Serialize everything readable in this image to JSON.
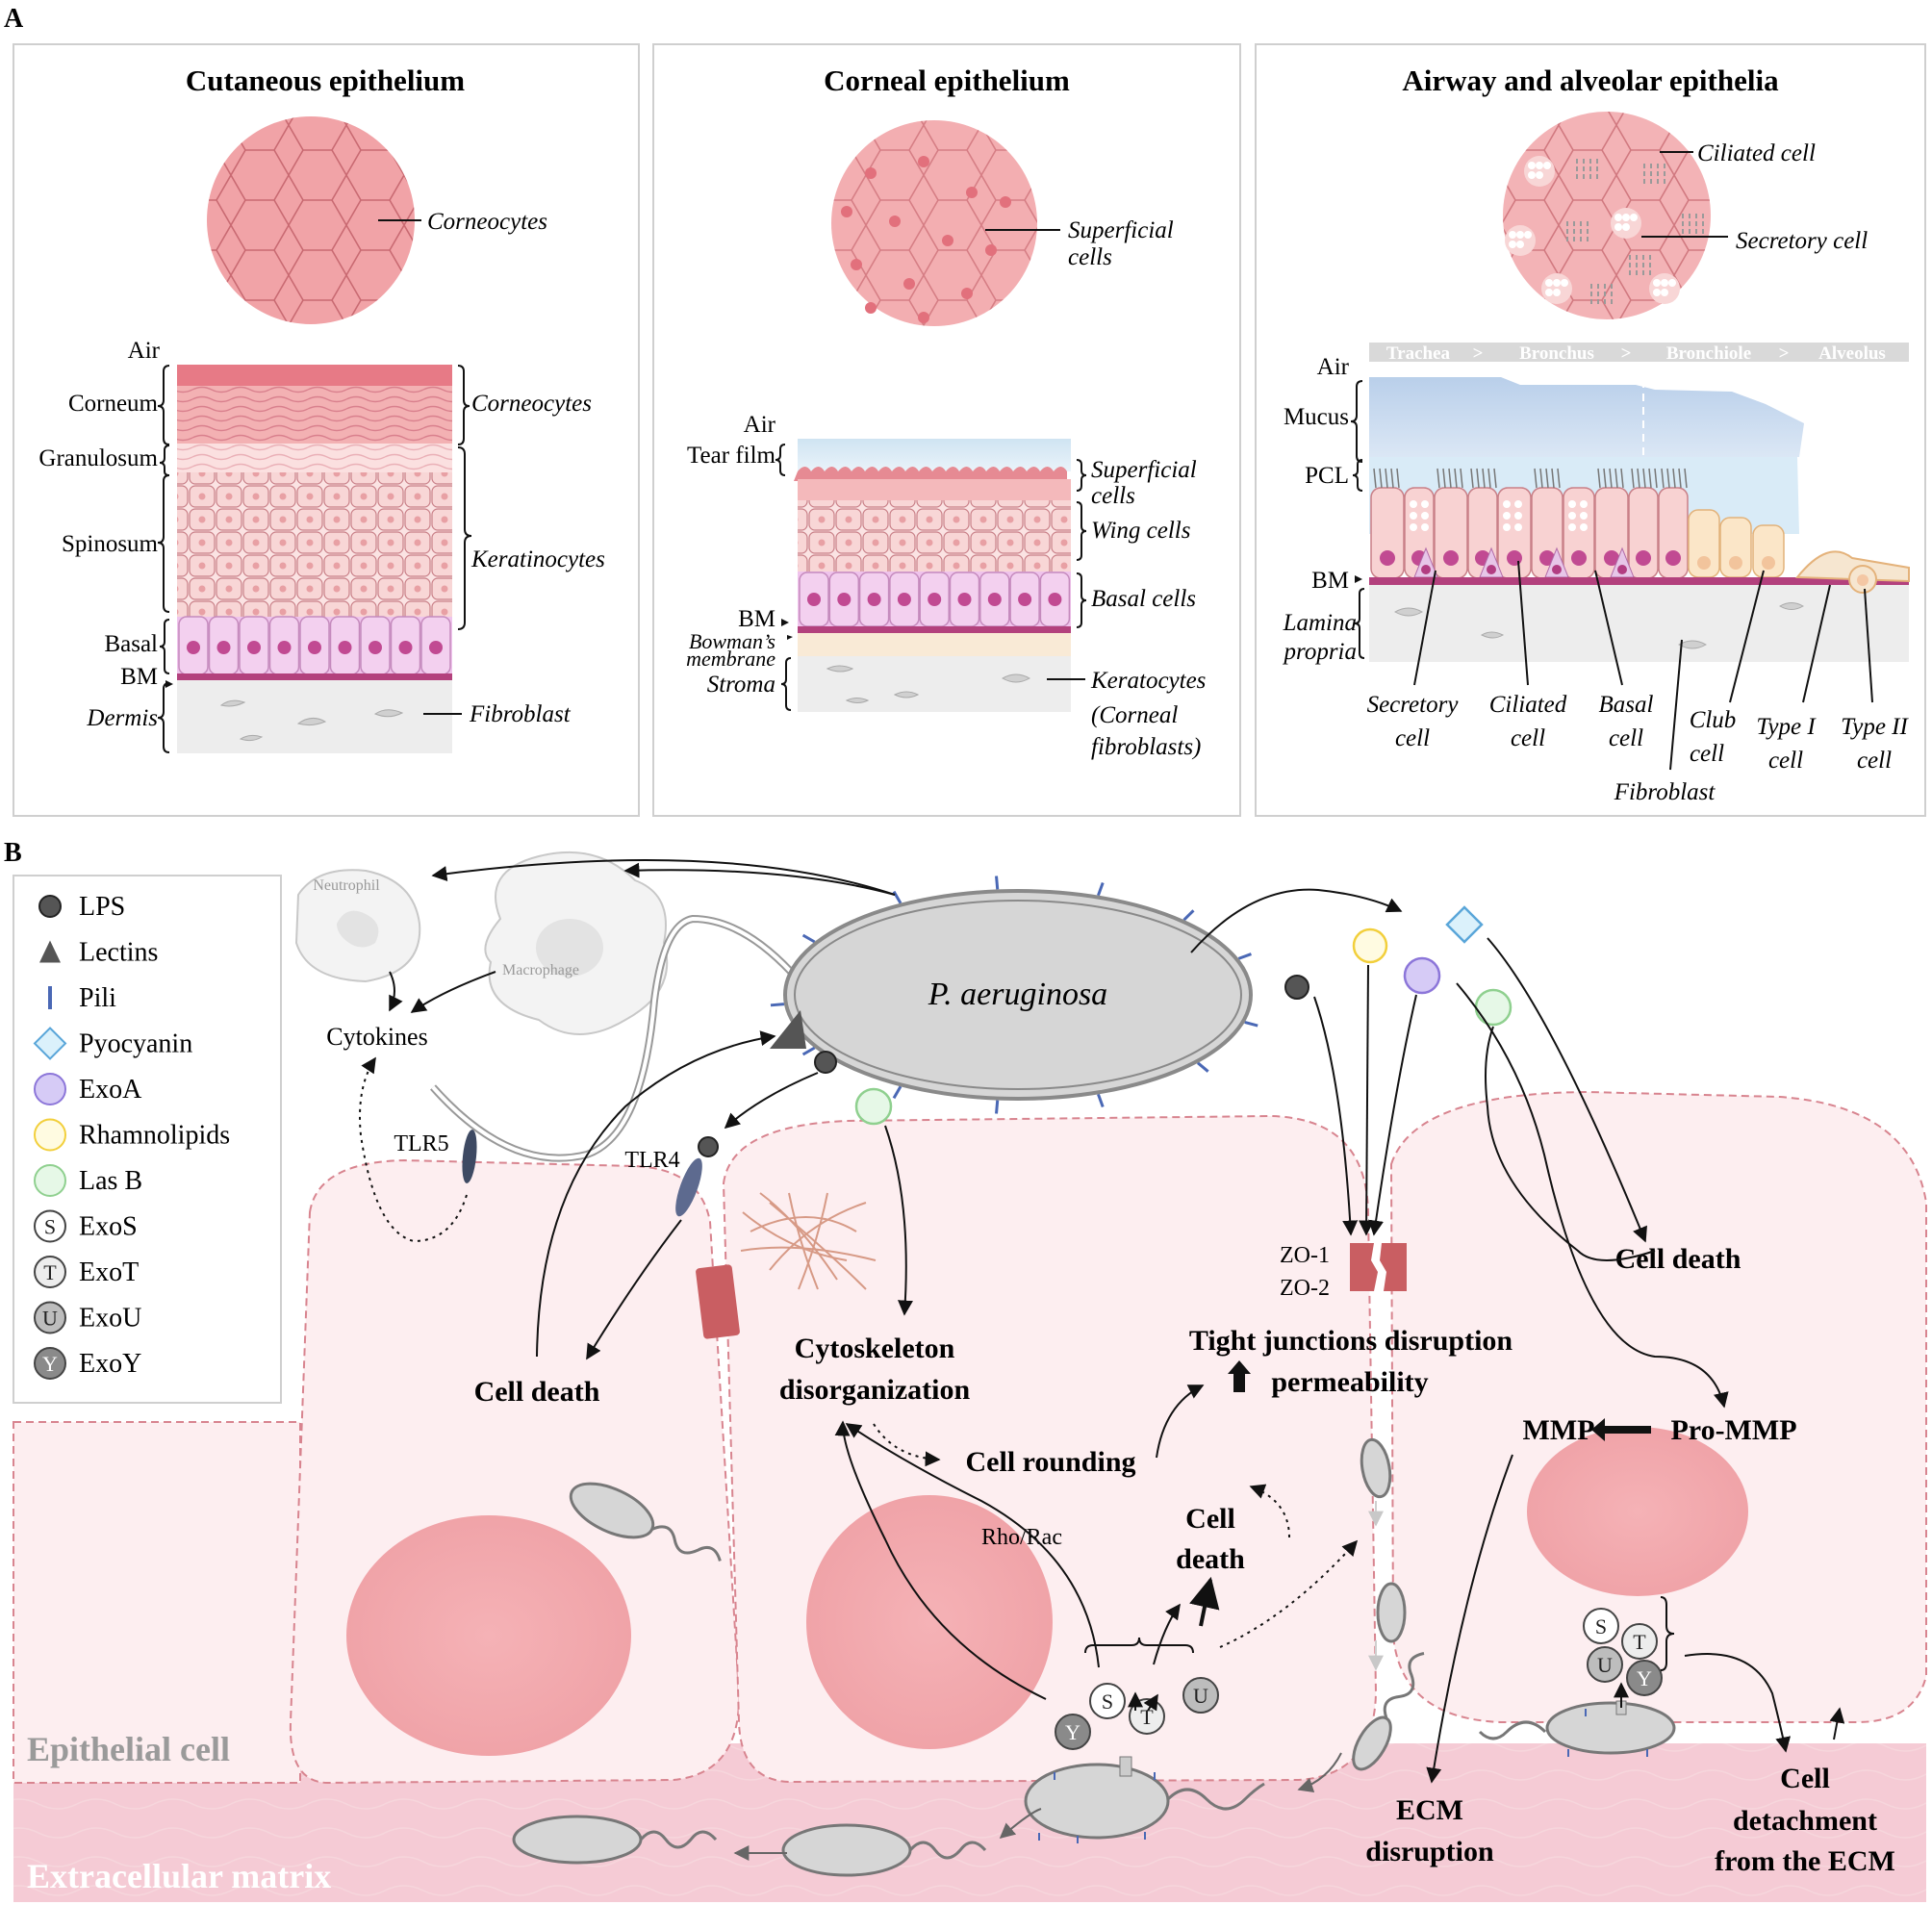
{
  "panel_a": {
    "letter": "A",
    "cutaneous": {
      "title": "Cutaneous epithelium",
      "top_label": "Corneocytes",
      "layers": {
        "air": "Air",
        "corneum": "Corneum",
        "granulosum": "Granulosum",
        "spinosum": "Spinosum",
        "basal": "Basal",
        "bm": "BM",
        "dermis": "Dermis"
      },
      "right_labels": {
        "corneocytes": "Corneocytes",
        "keratinocytes": "Keratinocytes",
        "fibroblast": "Fibroblast"
      }
    },
    "corneal": {
      "title": "Corneal epithelium",
      "top_label_1": "Superficial",
      "top_label_2": "cells",
      "layers": {
        "air": "Air",
        "tear_film": "Tear film",
        "bm": "BM",
        "bowman_1": "Bowman’s",
        "bowman_2": "membrane",
        "stroma": "Stroma"
      },
      "right_labels": {
        "superficial_1": "Superficial",
        "superficial_2": "cells",
        "wing": "Wing cells",
        "basal": "Basal cells",
        "keratocytes_1": "Keratocytes",
        "keratocytes_2": "(Corneal",
        "keratocytes_3": "fibroblasts)"
      }
    },
    "airway": {
      "title": "Airway and alveolar epithelia",
      "top_labels": {
        "ciliated": "Ciliated cell",
        "secretory": "Secretory cell"
      },
      "gradient": {
        "trachea": "Trachea",
        "bronchus": "Bronchus",
        "bronchiole": "Bronchiole",
        "alveolus": "Alveolus",
        "sep": ">"
      },
      "layers": {
        "air": "Air",
        "mucus": "Mucus",
        "pcl": "PCL",
        "bm": "BM",
        "lamina_1": "Lamina",
        "lamina_2": "propria"
      },
      "bottom_labels": {
        "secretory_1": "Secretory",
        "secretory_2": "cell",
        "ciliated_1": "Ciliated",
        "ciliated_2": "cell",
        "basal_1": "Basal",
        "basal_2": "cell",
        "fibroblast": "Fibroblast",
        "club_1": "Club",
        "club_2": "cell",
        "type1_1": "Type I",
        "type1_2": "cell",
        "type2_1": "Type II",
        "type2_2": "cell"
      }
    }
  },
  "panel_b": {
    "letter": "B",
    "legend": [
      {
        "symbol": "circle-dark",
        "label": "LPS"
      },
      {
        "symbol": "triangle",
        "label": "Lectins"
      },
      {
        "symbol": "pili",
        "label": "Pili"
      },
      {
        "symbol": "diamond",
        "label": "Pyocyanin"
      },
      {
        "symbol": "circle-purple",
        "label": "ExoA"
      },
      {
        "symbol": "circle-yellow",
        "label": "Rhamnolipids"
      },
      {
        "symbol": "circle-green",
        "label": "Las B"
      },
      {
        "symbol": "S",
        "label": "ExoS"
      },
      {
        "symbol": "T",
        "label": "ExoT"
      },
      {
        "symbol": "U",
        "label": "ExoU"
      },
      {
        "symbol": "Y",
        "label": "ExoY"
      }
    ],
    "bacterium": "P. aeruginosa",
    "neutrophil": "Neutrophil",
    "macrophage": "Macrophage",
    "cytokines": "Cytokines",
    "tlr5": "TLR5",
    "tlr4": "TLR4",
    "zo1": "ZO-1",
    "zo2": "ZO-2",
    "cell_death_left": "Cell death",
    "cell_death_right": "Cell death",
    "cell_death_mid_1": "Cell",
    "cell_death_mid_2": "death",
    "cytoskeleton_1": "Cytoskeleton",
    "cytoskeleton_2": "disorganization",
    "cell_rounding": "Cell rounding",
    "tight_1": "Tight junctions disruption",
    "tight_2": "permeability",
    "rho_rac": "Rho/Rac",
    "mmp": "MMP",
    "pro_mmp": "Pro-MMP",
    "ecm_1": "ECM",
    "ecm_2": "disruption",
    "detach_1": "Cell",
    "detach_2": "detachment",
    "detach_3": "from the ECM",
    "epithelial_cell": "Epithelial cell",
    "extracellular_matrix": "Extracellular matrix",
    "exo_letters": {
      "s": "S",
      "t": "T",
      "u": "U",
      "y": "Y"
    }
  }
}
